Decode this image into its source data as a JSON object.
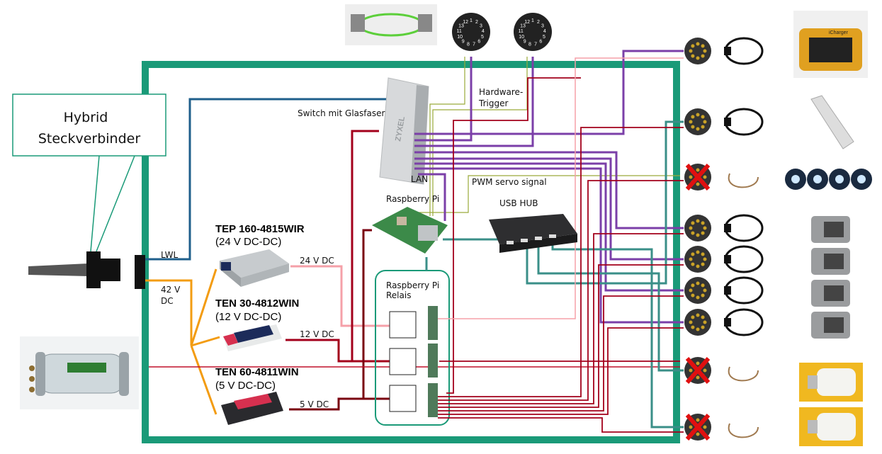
{
  "callout": {
    "line1": "Hybrid",
    "line2": "Steckverbinder"
  },
  "labels": {
    "lwl": "LWL",
    "dc42_1": "42 V",
    "dc42_2": "DC",
    "switch": "Switch mit  Glasfaser",
    "switch_brand": "ZYXEL",
    "lan": "LAN",
    "hw_trigger_1": "Hardware-",
    "hw_trigger_2": "Trigger",
    "pwm": "PWM  servo signal",
    "rpi": "Raspberry  Pi",
    "usb_hub": "USB HUB",
    "relais_1": "Raspberry Pi",
    "relais_2": "Relais",
    "v24": "24 V DC",
    "v12": "12 V DC",
    "v5": "5 V DC"
  },
  "converters": [
    {
      "name": "TEP 160-4815WIR",
      "spec": "(24 V DC-DC)"
    },
    {
      "name": "TEN 30-4812WIN",
      "spec": "(12 V DC-DC)"
    },
    {
      "name": "TEN 60-4811WIN",
      "spec": "(5 V DC-DC)"
    }
  ],
  "top_connector_pins": [
    "1",
    "2",
    "3",
    "4",
    "5",
    "6",
    "7",
    "8",
    "9",
    "10",
    "11",
    "13",
    "12"
  ],
  "colors": {
    "frame": "#1a9a78",
    "fiber": "#1f5f8b",
    "power42": "#f39c12",
    "lan": "#7b3fa8",
    "usb": "#3a8f88",
    "v24": "#f5a0a8",
    "v12": "#a3001b",
    "v5": "#7a0010",
    "trigger": "#9aaa3a",
    "disabled": "#e01010"
  },
  "right_ports": [
    {
      "status": "active"
    },
    {
      "status": "active"
    },
    {
      "status": "disabled"
    },
    {
      "status": "active"
    },
    {
      "status": "active"
    },
    {
      "status": "active"
    },
    {
      "status": "active"
    },
    {
      "status": "disabled"
    },
    {
      "status": "disabled"
    }
  ],
  "devices": [
    "charger-screen",
    "sensor-probe",
    "led-lights",
    "camera",
    "camera",
    "camera",
    "camera",
    "lamp",
    "lamp"
  ],
  "charger_brand": "iCharger"
}
